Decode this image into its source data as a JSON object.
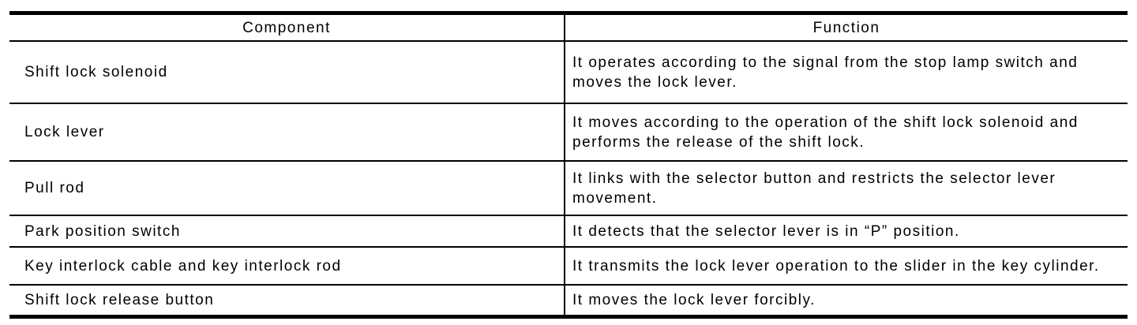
{
  "table": {
    "headers": {
      "component": "Component",
      "function": "Function"
    },
    "rows": [
      {
        "component": "Shift lock solenoid",
        "function": "It operates according to the signal from the stop lamp switch and\nmoves the lock lever."
      },
      {
        "component": "Lock lever",
        "function": "It moves according to the operation of the shift lock solenoid and\nperforms the release of the shift lock."
      },
      {
        "component": "Pull rod",
        "function": "It links with the selector button and restricts the selector lever\nmovement."
      },
      {
        "component": "Park position switch",
        "function": "It detects that the selector lever is in “P” position."
      },
      {
        "component": "Key interlock cable and key interlock rod",
        "function": "It transmits the lock lever operation to the slider in the key cylinder."
      },
      {
        "component": "Shift lock release button",
        "function": "It moves the lock lever forcibly."
      }
    ],
    "colors": {
      "border": "#000000",
      "text": "#000000",
      "background": "#ffffff"
    }
  }
}
